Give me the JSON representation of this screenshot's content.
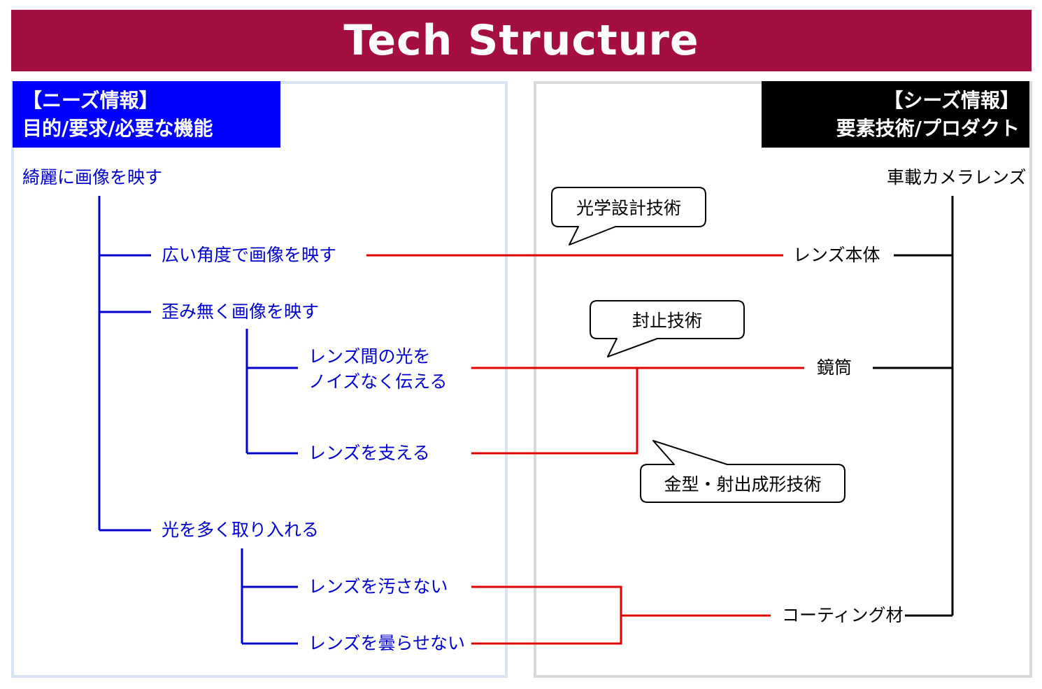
{
  "title": "Tech Structure",
  "needs": {
    "header_line1": "【ニーズ情報】",
    "header_line2": "目的/要求/必要な機能",
    "root": "綺麗に画像を映す",
    "wide_angle": "広い角度で画像を映す",
    "no_distortion": "歪み無く画像を映す",
    "light_between_line1": "レンズ間の光を",
    "light_between_line2": "ノイズなく伝える",
    "support_lens": "レンズを支える",
    "more_light": "光を多く取り入れる",
    "no_dirt": "レンズを汚さない",
    "no_fog": "レンズを曇らせない"
  },
  "seeds": {
    "header_line1": "【シーズ情報】",
    "header_line2": "要素技術/プロダクト",
    "root": "車載カメラレンズ",
    "lens_body": "レンズ本体",
    "barrel": "鏡筒",
    "coating": "コーティング材"
  },
  "callouts": {
    "optical_design": "光学設計技術",
    "sealing": "封止技術",
    "molding": "金型・射出成形技術"
  },
  "colors": {
    "banner": "#a50f3f",
    "needs_header": "#0000ff",
    "needs_text": "#0000cc",
    "seeds_header": "#000000",
    "link_line": "#e00000"
  }
}
